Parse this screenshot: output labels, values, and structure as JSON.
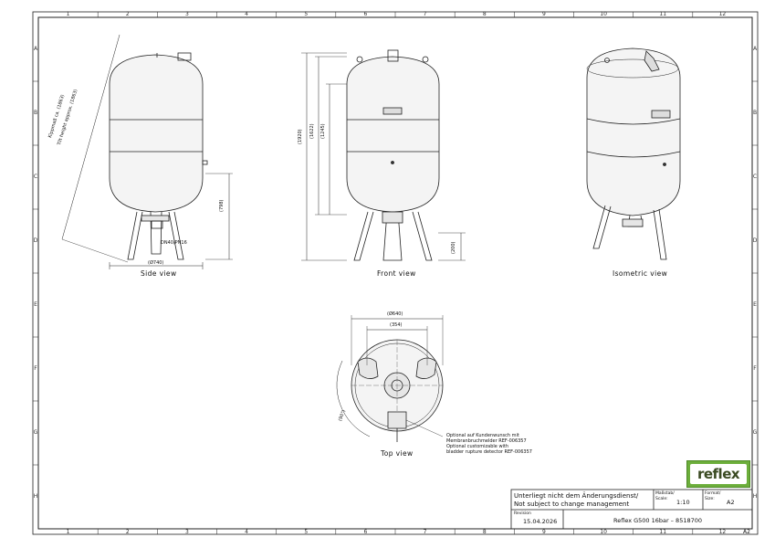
{
  "grid": {
    "columns": [
      "1",
      "2",
      "3",
      "4",
      "5",
      "6",
      "7",
      "8",
      "9",
      "10",
      "11",
      "12"
    ],
    "rows": [
      "A",
      "B",
      "C",
      "D",
      "E",
      "F",
      "G",
      "H"
    ]
  },
  "views": {
    "side": "Side view",
    "front": "Front view",
    "isometric": "Isometric view",
    "top": "Top view"
  },
  "dimensions": {
    "tilt_height": "Kippmaß ca. (1863)",
    "tilt_height_en": "Tilt height approx. (1863)",
    "diameter_side": "(Ø740)",
    "connection": "DN40/PN16",
    "height_side": "(798)",
    "height_total": "(1920)",
    "height_1": "(1622)",
    "height_2": "(1245)",
    "foot_height": "(200)",
    "top_outer": "(Ø640)",
    "top_inner": "(354)",
    "top_angle": "(90°)"
  },
  "notes": {
    "line1": "Optional auf Kundenwunsch mit",
    "line2": "Membranbruchmelder REF-006357",
    "line3": "Optional customizable with",
    "line4": "bladder rupture detector REF-006357"
  },
  "titleblock": {
    "subject_de": "Unterliegt nicht dem Änderungsdienst/",
    "subject_en": "Not subject to change management",
    "scale_label": "Maßstab/",
    "scale_label_en": "Scale:",
    "scale_value": "1:10",
    "format_label": "Format/",
    "format_label_en": "Size:",
    "format_value": "A2",
    "revision_label": "Revision",
    "date": "15.04.2026",
    "product": "Reflex G500 16bar – 8518700",
    "logo": "reflex",
    "corner_size": "A2"
  },
  "colors": {
    "logo_green": "#6cae3b"
  }
}
